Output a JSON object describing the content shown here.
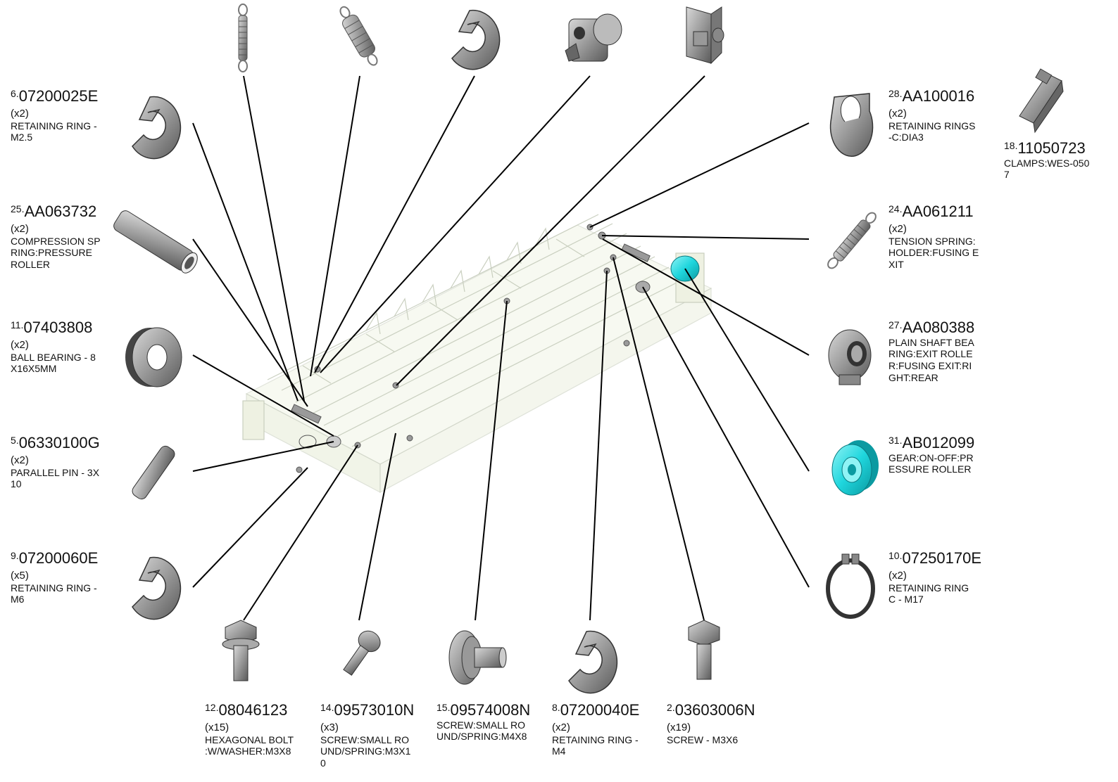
{
  "colors": {
    "leader_line": "#000000",
    "part_gray": "#8c8c8c",
    "part_dark": "#4a4a4a",
    "gear_cyan": "#1fd6dd",
    "assembly_line": "#c9cfbf",
    "assembly_fill": "#f2f5e6"
  },
  "callouts": [
    {
      "id": "c6",
      "index": "6",
      "part_number": "07200025E",
      "qty": "(x2)",
      "description": "RETAINING RING -\nM2.5",
      "icon": "e-ring-icon"
    },
    {
      "id": "c25",
      "index": "25",
      "part_number": "AA063732",
      "qty": "(x2)",
      "description": "COMPRESSION SP\nRING:PRESSURE\nROLLER",
      "icon": "cylinder-spring-icon"
    },
    {
      "id": "c11",
      "index": "11",
      "part_number": "07403808",
      "qty": "(x2)",
      "description": "BALL BEARING - 8\nX16X5MM",
      "icon": "ball-bearing-icon"
    },
    {
      "id": "c5",
      "index": "5",
      "part_number": "06330100G",
      "qty": "(x2)",
      "description": "PARALLEL PIN - 3X\n10",
      "icon": "parallel-pin-icon"
    },
    {
      "id": "c9",
      "index": "9",
      "part_number": "07200060E",
      "qty": "(x5)",
      "description": "RETAINING RING -\nM6",
      "icon": "e-ring-icon"
    },
    {
      "id": "c28",
      "index": "28",
      "part_number": "AA100016",
      "qty": "(x2)",
      "description": "RETAINING RINGS\n-C:DIA3",
      "icon": "c-ring-icon"
    },
    {
      "id": "c18",
      "index": "18",
      "part_number": "11050723",
      "qty": "",
      "description": "CLAMPS:WES-050\n7",
      "icon": "clamp-icon"
    },
    {
      "id": "c24",
      "index": "24",
      "part_number": "AA061211",
      "qty": "(x2)",
      "description": "TENSION SPRING:\nHOLDER:FUSING E\nXIT",
      "icon": "tension-spring-icon"
    },
    {
      "id": "c27",
      "index": "27",
      "part_number": "AA080388",
      "qty": "",
      "description": "PLAIN SHAFT BEA\nRING:EXIT ROLLE\nR:FUSING EXIT:RI\nGHT:REAR",
      "icon": "shaft-bearing-icon"
    },
    {
      "id": "c31",
      "index": "31",
      "part_number": "AB012099",
      "qty": "",
      "description": "GEAR:ON-OFF:PR\nESSURE ROLLER",
      "icon": "gear-icon"
    },
    {
      "id": "c10",
      "index": "10",
      "part_number": "07250170E",
      "qty": "(x2)",
      "description": "RETAINING RING\nC - M17",
      "icon": "snap-ring-icon"
    },
    {
      "id": "c12",
      "index": "12",
      "part_number": "08046123",
      "qty": "(x15)",
      "description": "HEXAGONAL BOLT\n:W/WASHER:M3X8",
      "icon": "hex-bolt-icon"
    },
    {
      "id": "c14",
      "index": "14",
      "part_number": "09573010N",
      "qty": "(x3)",
      "description": "SCREW:SMALL RO\nUND/SPRING:M3X1\n0",
      "icon": "round-screw-icon"
    },
    {
      "id": "c15",
      "index": "15",
      "part_number": "09574008N",
      "qty": "",
      "description": "SCREW:SMALL RO\nUND/SPRING:M4X8",
      "icon": "round-screw-icon"
    },
    {
      "id": "c8",
      "index": "8",
      "part_number": "07200040E",
      "qty": "(x2)",
      "description": "RETAINING RING -\nM4",
      "icon": "e-ring-icon"
    },
    {
      "id": "c2",
      "index": "2",
      "part_number": "03603006N",
      "qty": "(x19)",
      "description": "SCREW - M3X6",
      "icon": "hex-screw-icon"
    }
  ]
}
